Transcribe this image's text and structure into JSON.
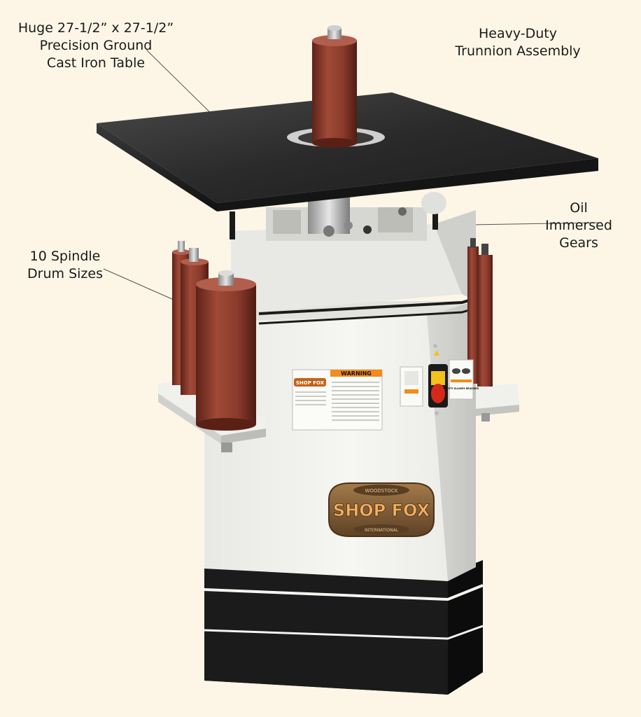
{
  "callouts": {
    "table": {
      "lines": [
        "Huge 27-1/2” x 27-1/2”",
        "Precision Ground",
        "Cast Iron Table"
      ]
    },
    "trunnion": {
      "lines": [
        "Heavy-Duty",
        "Trunnion Assembly"
      ]
    },
    "gears": {
      "lines": [
        "Oil",
        "Immersed",
        "Gears"
      ]
    },
    "drums": {
      "lines": [
        "10 Spindle",
        "Drum Sizes"
      ]
    }
  },
  "labels": {
    "warning": "WARNING",
    "brand_small": "SHOP FOX",
    "brand_plate": "SHOP FOX",
    "plate_top": "WOODSTOCK",
    "plate_bottom": "INTERNATIONAL",
    "safety_glasses": "SAFETY GLASSES REQUIRED"
  },
  "colors": {
    "background": "#fdf6e6",
    "cabinet": "#f2f2ee",
    "table_top": "#2b2b2b",
    "drum": "#8a3a2a",
    "base": "#141414",
    "plate_bronze": "#7a5a36"
  }
}
